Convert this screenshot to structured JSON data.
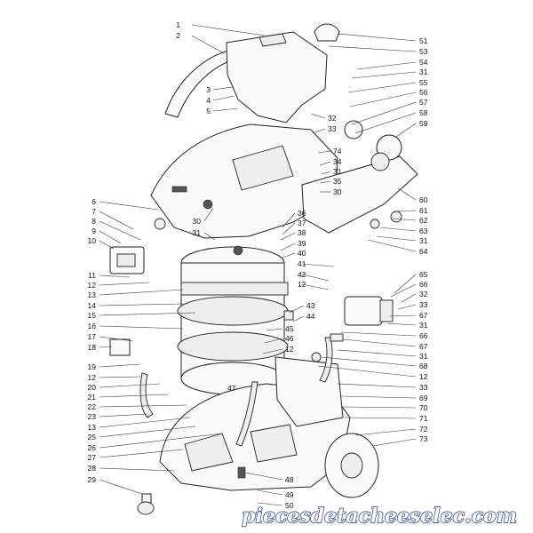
{
  "labels_left": [
    "1",
    "2",
    "3",
    "4",
    "5",
    "6",
    "7",
    "8",
    "9",
    "10",
    "11",
    "12",
    "13",
    "14",
    "15",
    "16",
    "17",
    "18",
    "19",
    "12",
    "20",
    "21",
    "22",
    "23",
    "13",
    "25",
    "26",
    "27",
    "28",
    "29"
  ],
  "labels_right": [
    "51",
    "53",
    "54",
    "31",
    "55",
    "56",
    "57",
    "58",
    "59",
    "60",
    "61",
    "62",
    "63",
    "31",
    "64",
    "65",
    "66",
    "32",
    "33",
    "67",
    "31",
    "66",
    "67",
    "31",
    "68",
    "12",
    "33",
    "69",
    "70",
    "71",
    "72",
    "73"
  ],
  "labels_center": [
    "30",
    "31",
    "32",
    "33",
    "74",
    "34",
    "31",
    "35",
    "30",
    "36",
    "37",
    "38",
    "39",
    "40",
    "41",
    "42",
    "12",
    "43",
    "44",
    "45",
    "46",
    "12",
    "47",
    "48",
    "49",
    "50"
  ],
  "watermark": "piecesdetacheeselec.com",
  "colors": {
    "line": "#222222",
    "watermark_outline": "#1a3a8f"
  }
}
